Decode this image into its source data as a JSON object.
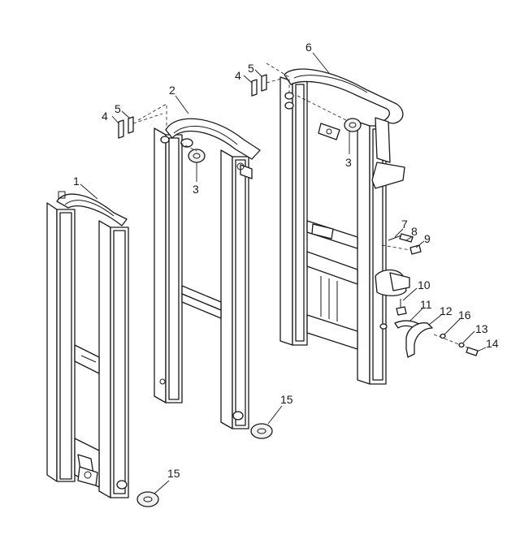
{
  "callouts": {
    "c1": "1",
    "c2": "2",
    "c3a": "3",
    "c3b": "3",
    "c4a": "4",
    "c4b": "4",
    "c5a": "5",
    "c5b": "5",
    "c6": "6",
    "c7": "7",
    "c8": "8",
    "c9": "9",
    "c10": "10",
    "c11": "11",
    "c12": "12",
    "c13": "13",
    "c14": "14",
    "c15a": "15",
    "c15b": "15",
    "c16": "16"
  }
}
